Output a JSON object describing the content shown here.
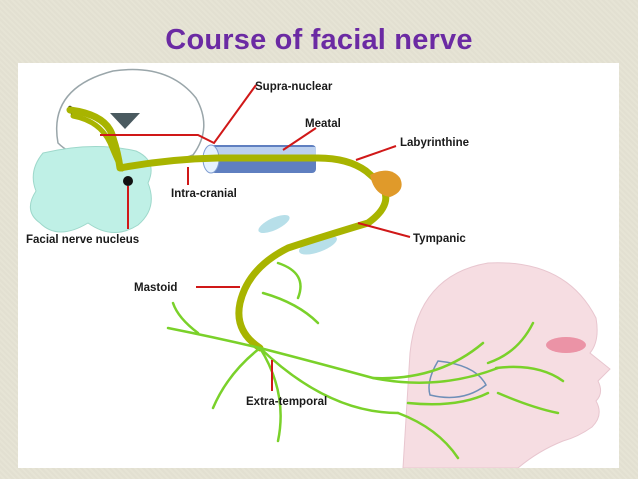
{
  "title": "Course of facial nerve",
  "labels": {
    "supra_nuclear": "Supra-nuclear",
    "meatal": "Meatal",
    "labyrinthine": "Labyrinthine",
    "intra_cranial": "Intra-cranial",
    "facial_nerve_nucleus": "Facial nerve nucleus",
    "tympanic": "Tympanic",
    "mastoid": "Mastoid",
    "extra_temporal": "Extra-temporal"
  },
  "colors": {
    "title": "#6b2aa3",
    "nerve": "#a8b400",
    "nerve_branch": "#7ad12a",
    "leader_line": "#d01818",
    "brainstem": "#bff0e6",
    "ganglion": "#e09a2a",
    "face": "#f6dde2"
  }
}
